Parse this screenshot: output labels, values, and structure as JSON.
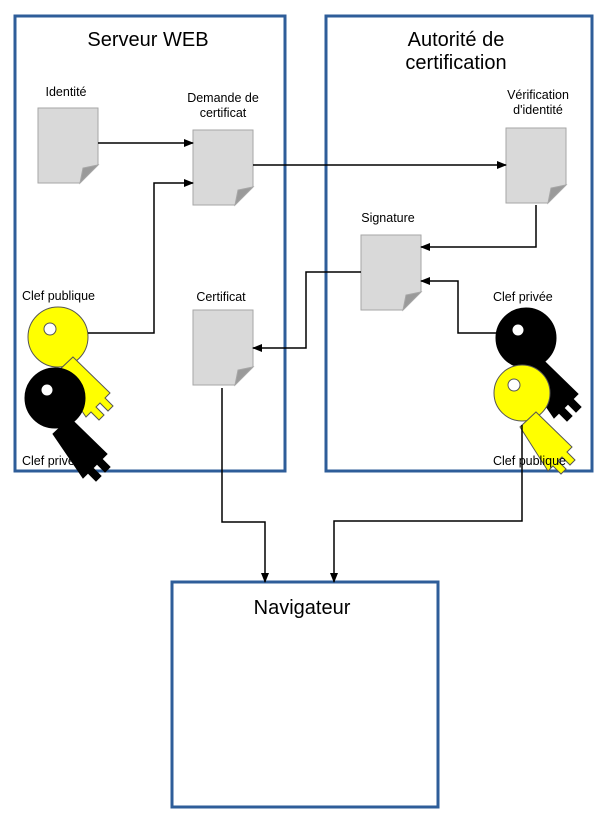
{
  "boxes": {
    "server": {
      "title": "Serveur WEB"
    },
    "ca": {
      "title_line1": "Autorité de",
      "title_line2": "certification"
    },
    "browser": {
      "title": "Navigateur"
    }
  },
  "server": {
    "identity_label": "Identité",
    "request_label_line1": "Demande de",
    "request_label_line2": "certificat",
    "public_key_label": "Clef publique",
    "private_key_label": "Clef privée",
    "certificate_label": "Certificat"
  },
  "ca": {
    "verification_label_line1": "Vérification",
    "verification_label_line2": "d'identité",
    "signature_label": "Signature",
    "private_key_label": "Clef privée",
    "public_key_label": "Clef publique"
  },
  "colors": {
    "box_border": "#2e5d99",
    "document_fill": "#d9d9d9",
    "document_fold": "#9a9a9a",
    "key_yellow": "#ffff00",
    "key_black": "#000000",
    "arrow": "#000000"
  },
  "icons": {
    "document": "document-icon",
    "key": "key-icon"
  }
}
